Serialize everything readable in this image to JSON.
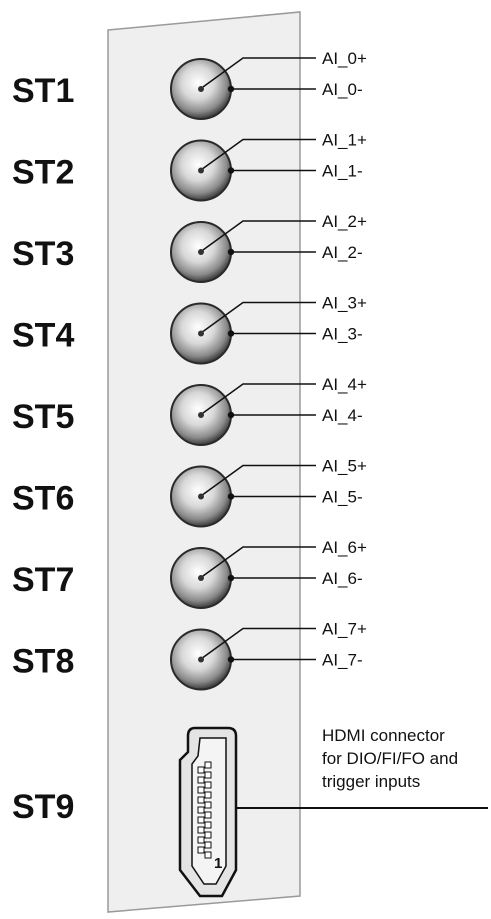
{
  "connectors": [
    {
      "id": "ST1",
      "plus": "AI_0+",
      "minus": "AI_0-"
    },
    {
      "id": "ST2",
      "plus": "AI_1+",
      "minus": "AI_1-"
    },
    {
      "id": "ST3",
      "plus": "AI_2+",
      "minus": "AI_2-"
    },
    {
      "id": "ST4",
      "plus": "AI_3+",
      "minus": "AI_3-"
    },
    {
      "id": "ST5",
      "plus": "AI_4+",
      "minus": "AI_4-"
    },
    {
      "id": "ST6",
      "plus": "AI_5+",
      "minus": "AI_5-"
    },
    {
      "id": "ST7",
      "plus": "AI_6+",
      "minus": "AI_6-"
    },
    {
      "id": "ST8",
      "plus": "AI_7+",
      "minus": "AI_7-"
    }
  ],
  "hdmi": {
    "id": "ST9",
    "description_lines": [
      "HDMI connector",
      "for DIO/FI/FO and",
      "trigger inputs"
    ],
    "pin_one_label": "1"
  },
  "colors": {
    "panel": "#efefef",
    "panel_edge": "#9a9a9a",
    "line": "#111111",
    "connector_ring": "#2a2a2a"
  }
}
